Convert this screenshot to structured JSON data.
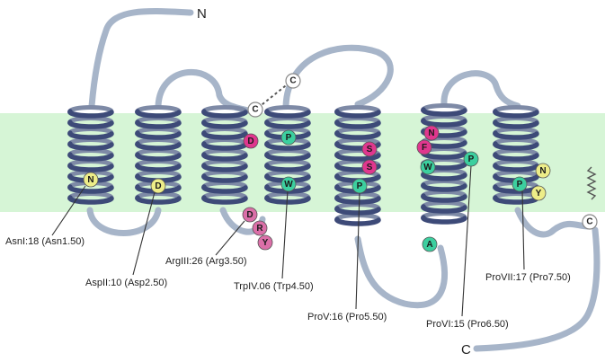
{
  "termini": {
    "n_label": "N",
    "c_label": "C"
  },
  "disulfide": {
    "left_label": "C",
    "right_label": "C"
  },
  "palmitoyl_cys_label": "C",
  "colors": {
    "membrane": "#d6f5d6",
    "helix_back": "#7e8aa6",
    "helix_front": "#3d4a78",
    "loop": "#a7b5c9",
    "magenta": "#e0378e",
    "pink": "#db6fa8",
    "teal": "#3ccf9f",
    "yellow": "#eded88"
  },
  "helices": [
    {
      "id": "TM1",
      "residues": [
        {
          "letter": "N",
          "color": "yellow"
        }
      ]
    },
    {
      "id": "TM2",
      "residues": [
        {
          "letter": "D",
          "color": "yellow"
        }
      ]
    },
    {
      "id": "TM3",
      "residues": [
        {
          "letter": "D",
          "color": "magenta"
        },
        {
          "letter": "D",
          "color": "pink"
        },
        {
          "letter": "R",
          "color": "pink"
        },
        {
          "letter": "Y",
          "color": "pink"
        }
      ]
    },
    {
      "id": "TM4",
      "residues": [
        {
          "letter": "P",
          "color": "teal"
        },
        {
          "letter": "W",
          "color": "teal"
        }
      ]
    },
    {
      "id": "TM5",
      "residues": [
        {
          "letter": "S",
          "color": "magenta"
        },
        {
          "letter": "S",
          "color": "magenta"
        },
        {
          "letter": "P",
          "color": "teal"
        }
      ]
    },
    {
      "id": "TM6",
      "residues": [
        {
          "letter": "N",
          "color": "magenta"
        },
        {
          "letter": "F",
          "color": "magenta"
        },
        {
          "letter": "W",
          "color": "teal"
        },
        {
          "letter": "P",
          "color": "teal"
        },
        {
          "letter": "A",
          "color": "teal"
        }
      ]
    },
    {
      "id": "TM7",
      "residues": [
        {
          "letter": "P",
          "color": "teal"
        },
        {
          "letter": "N",
          "color": "yellow"
        },
        {
          "letter": "Y",
          "color": "yellow"
        }
      ]
    }
  ],
  "annotations": [
    {
      "text": "AsnI:18 (Asn1.50)"
    },
    {
      "text": "AspII:10 (Asp2.50)"
    },
    {
      "text": "ArgIII:26 (Arg3.50)"
    },
    {
      "text": "TrpIV.06 (Trp4.50)"
    },
    {
      "text": "ProV:16 (Pro5.50)"
    },
    {
      "text": "ProVI:15 (Pro6.50)"
    },
    {
      "text": "ProVII:17 (Pro7.50)"
    }
  ]
}
